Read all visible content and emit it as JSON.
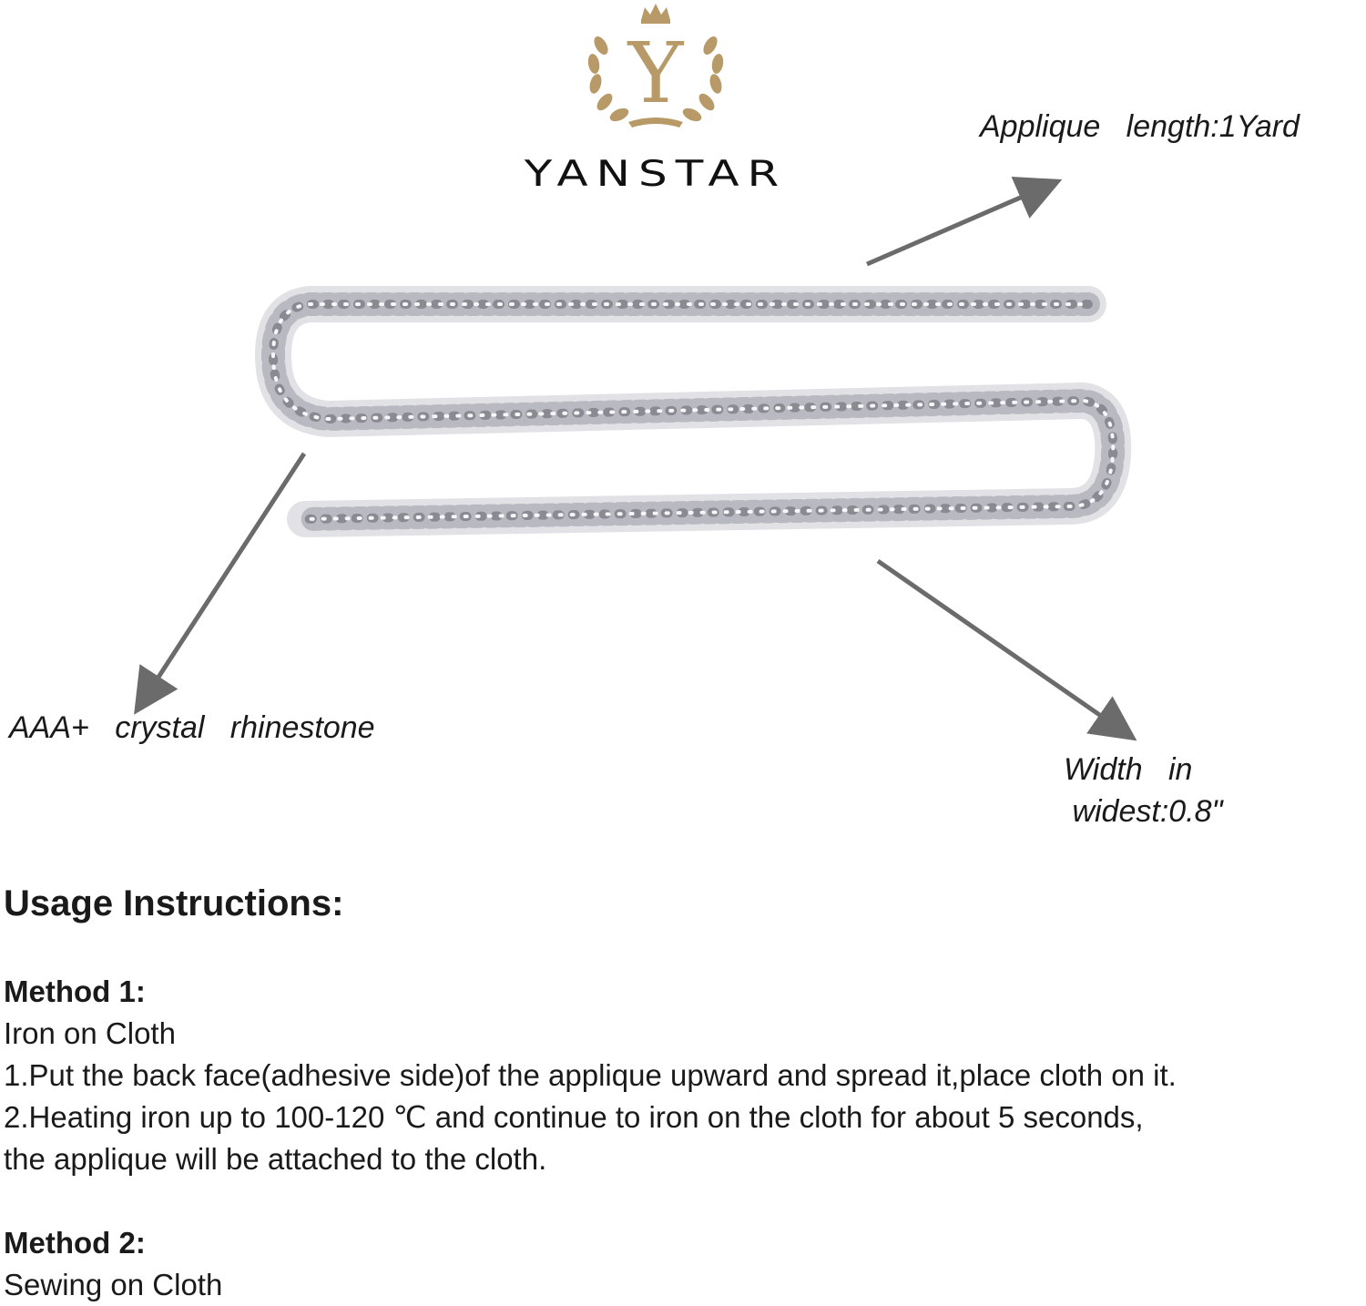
{
  "logo": {
    "monogram": "Y",
    "brand_name": "YANSTAR",
    "gold_color": "#b89a68"
  },
  "callouts": {
    "length": "Applique   length:1Yard",
    "crystal": "AAA+   crystal   rhinestone",
    "width_line1": "Width   in",
    "width_line2": " widest:0.8\""
  },
  "instructions": {
    "heading": "Usage Instructions:",
    "method1": {
      "title": "Method 1:",
      "subtitle": "Iron on Cloth",
      "step1": "1.Put the back face(adhesive side)of the applique upward and spread it,place cloth on it.",
      "step2_line1": "2.Heating iron up to 100-120 ℃ and continue to iron on the cloth for about 5 seconds,",
      "step2_line2": "the applique will be attached to the cloth."
    },
    "method2": {
      "title": "Method 2:",
      "subtitle": "Sewing on Cloth"
    }
  },
  "colors": {
    "arrow": "#6b6b6b",
    "rhinestone": "#cfcfd6",
    "rhinestone_dark": "#8a8a92"
  }
}
